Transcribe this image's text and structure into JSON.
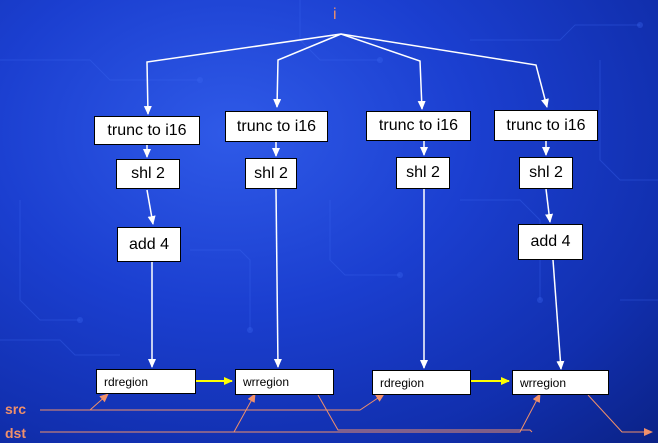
{
  "diagram": {
    "input_label": "i",
    "src_label": "src",
    "dst_label": "dst",
    "columns": [
      {
        "ops": [
          "trunc to i16",
          "shl 2",
          "add 4"
        ],
        "region": "rdregion"
      },
      {
        "ops": [
          "trunc to i16",
          "shl 2"
        ],
        "region": "wrregion"
      },
      {
        "ops": [
          "trunc to i16",
          "shl 2"
        ],
        "region": "rdregion"
      },
      {
        "ops": [
          "trunc to i16",
          "shl 2",
          "add 4"
        ],
        "region": "wrregion"
      }
    ]
  },
  "colors": {
    "background": "#1b3fd0",
    "arrow": "#ffffff",
    "data_flow_arrow": "#ffff00",
    "src_dst_line": "#f0906a",
    "box_fill": "#ffffff"
  }
}
